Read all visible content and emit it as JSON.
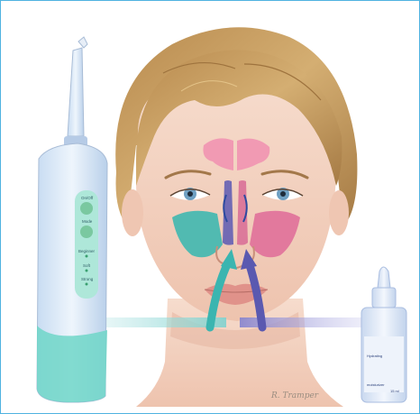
{
  "figure": {
    "signature": "R. Tramper",
    "irrigator": {
      "button_labels": [
        "On/Off",
        "Mode",
        "Beginner",
        "Soft",
        "Strong"
      ]
    },
    "spray_bottle": {
      "label_line_1": "Hydrating",
      "label_line_2": "moisturizer",
      "label_line_3": "15 ml"
    }
  },
  "colors": {
    "frame_border": "#4fb3e0",
    "skin": "#f3d3c3",
    "hair": "#c59a5c",
    "sinus_left": "#3fb8b0",
    "sinus_right": "#e0709a",
    "arrow_left": "#3bb5b0",
    "arrow_right": "#5a59b0",
    "irrigator_body": "#d8e8f7",
    "irrigator_panel": "#9ee0d0",
    "bottle_body": "#dfe9f7"
  }
}
